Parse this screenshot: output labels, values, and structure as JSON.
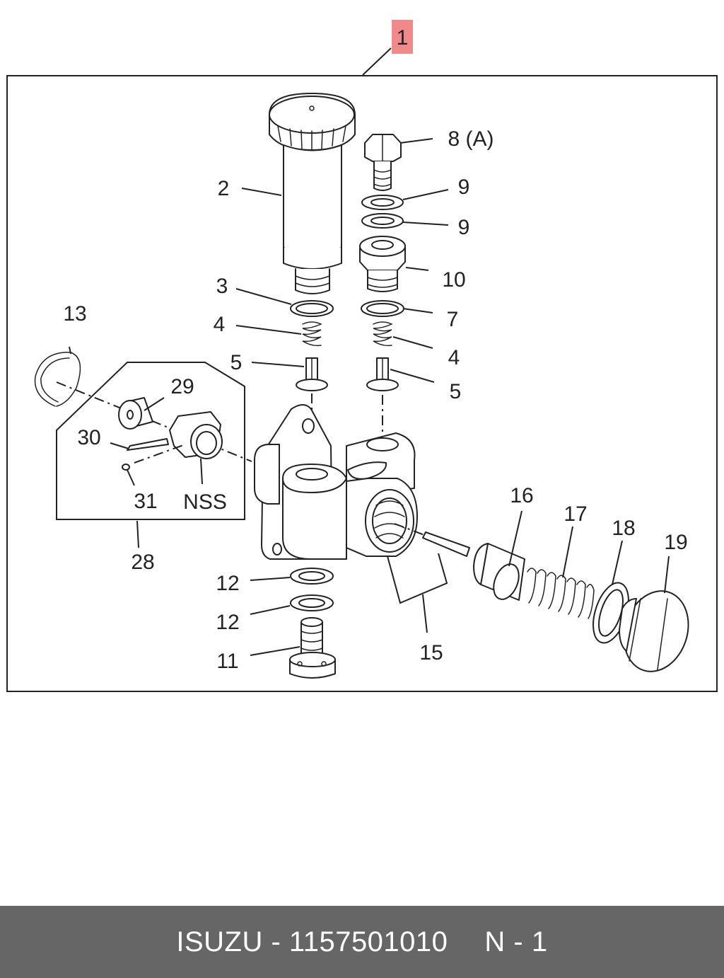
{
  "diagram": {
    "assembly_tag": "1",
    "callouts": {
      "c2": "2",
      "c3": "3",
      "c4a": "4",
      "c4b": "4",
      "c5a": "5",
      "c5b": "5",
      "c7": "7",
      "c8": "8 (A)",
      "c9a": "9",
      "c9b": "9",
      "c10": "10",
      "c11": "11",
      "c12a": "12",
      "c12b": "12",
      "c13": "13",
      "c15": "15",
      "c16": "16",
      "c17": "17",
      "c18": "18",
      "c19": "19",
      "c28": "28",
      "c29": "29",
      "c30": "30",
      "c31": "31",
      "cnss": "NSS"
    }
  },
  "footer": {
    "brand": "ISUZU - 1157501010",
    "page": "N - 1"
  },
  "colors": {
    "tag_fill": "#f08a8a",
    "footer_bg": "#666666",
    "line": "#222222"
  }
}
